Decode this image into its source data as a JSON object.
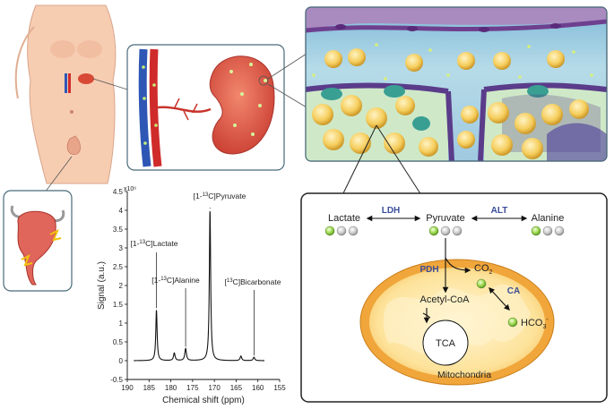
{
  "chart_data": {
    "type": "line",
    "xlabel": "Chemical shift (ppm)",
    "ylabel": "Signal (a.u.)",
    "y_multiplier": "x10⁶",
    "xlim": [
      190,
      155
    ],
    "ylim": [
      -0.5,
      4.5
    ],
    "x_ticks": [
      "190",
      "185",
      "180",
      "175",
      "170",
      "165",
      "160",
      "155"
    ],
    "y_ticks": [
      "-0.5",
      "0",
      "0.5",
      "1",
      "1.5",
      "2",
      "2.5",
      "3",
      "3.5",
      "4",
      "4.5"
    ],
    "peaks": [
      {
        "label_pre": "[1-",
        "label_sup": "13",
        "label_post": "C]Pyruvate",
        "ppm": 171.0,
        "height": 4.0
      },
      {
        "label_pre": "[1-",
        "label_sup": "13",
        "label_post": "C]Lactate",
        "ppm": 183.3,
        "height": 1.35
      },
      {
        "label_pre": "[1-",
        "label_sup": "13",
        "label_post": "C]Alanine",
        "ppm": 176.6,
        "height": 0.32
      },
      {
        "label_pre": "[",
        "label_sup": "13",
        "label_post": "C]Bicarbonate",
        "ppm": 160.9,
        "height": 0.09
      },
      {
        "label_pre": "",
        "label_sup": "",
        "label_post": "",
        "ppm": 179.2,
        "height": 0.2
      },
      {
        "label_pre": "",
        "label_sup": "",
        "label_post": "",
        "ppm": 163.9,
        "height": 0.12
      }
    ],
    "baseline": 0.0
  },
  "pathway": {
    "metabolites": {
      "lactate": "Lactate",
      "pyruvate": "Pyruvate",
      "alanine": "Alanine",
      "acetyl_coa": "Acetyl-CoA",
      "tca": "TCA",
      "co2_base": "CO",
      "co2_sub": "2",
      "hco3_base": "HCO",
      "hco3_sub": "3",
      "hco3_sup": "-"
    },
    "enzymes": {
      "ldh": "LDH",
      "alt": "ALT",
      "pdh": "PDH",
      "ca": "CA"
    },
    "organelle": "Mitochondria"
  },
  "colors": {
    "enzyme": "#3a4e9a",
    "mito_outer": "#f0a63a",
    "mito_inner": "#fde7a8",
    "carbon_green": "#8fd14a",
    "carbon_gray": "#bdbdbd"
  }
}
